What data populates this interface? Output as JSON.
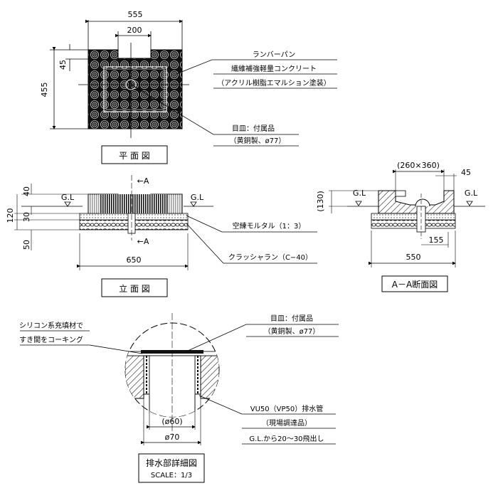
{
  "plan": {
    "dim_width": "555",
    "dim_inner": "200",
    "dim_height": "455",
    "dim_notch": "45",
    "title": "平 面 図"
  },
  "callouts": {
    "lamber_pan": "ランバーパン",
    "material": "繊維補強軽量コンクリート",
    "coating": "（アクリル樹脂エマルション塗装）",
    "grate_label": "目皿：付属品",
    "grate_spec": "（黄銅製、ø77）",
    "mortar": "空練モルタル（1：3）",
    "crusher": "クラッシャラン（C−40）",
    "silicone_1": "シリコン系充填材で",
    "silicone_2": "すき間をコーキング",
    "detail_grate_label": "目皿：付属品",
    "detail_grate_spec": "（黄銅製、ø77）",
    "pipe_1": "VU50（VP50）排水管",
    "pipe_2": "（現場調達品）",
    "pipe_3": "G.L.から20〜30飛出し"
  },
  "elevation": {
    "gl_left": "G.L",
    "gl_right": "G.L",
    "arrow_top": "←A",
    "arrow_bottom": "←A",
    "dim_40": "40",
    "dim_120": "120",
    "dim_30": "30",
    "dim_50": "50",
    "dim_650": "650",
    "title": "立 面 図"
  },
  "section": {
    "dim_inner": "(260×360)",
    "dim_45": "45",
    "dim_130": "(130)",
    "gl_left": "G.L",
    "gl_right": "G.L",
    "dim_155": "155",
    "dim_550": "550",
    "title": "A－A断面図"
  },
  "detail": {
    "dim_60": "(ø60)",
    "dim_70": "ø70",
    "title": "排水部詳細図",
    "scale": "SCALE：1/3"
  }
}
